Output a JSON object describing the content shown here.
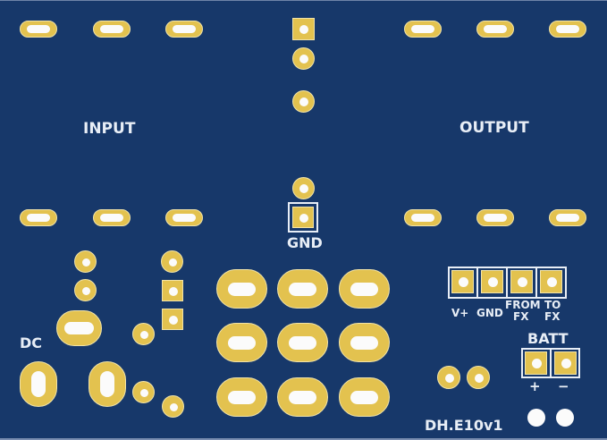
{
  "board": {
    "name": "DH.E10v1",
    "colors": {
      "substrate": "#17386a",
      "copper": "#e3c24f",
      "drill": "#fbfbfb",
      "silkscreen": "#e8eef6"
    }
  },
  "labels": {
    "input": "INPUT",
    "output": "OUTPUT",
    "gnd_center": "GND",
    "dc": "DC",
    "header_vplus": "V+",
    "header_gnd": "GND",
    "header_from_1": "FROM",
    "header_from_2": "FX",
    "header_to_1": "TO",
    "header_to_2": "FX",
    "batt": "BATT",
    "batt_plus": "+",
    "batt_minus": "−",
    "board_id": "DH.E10v1"
  }
}
